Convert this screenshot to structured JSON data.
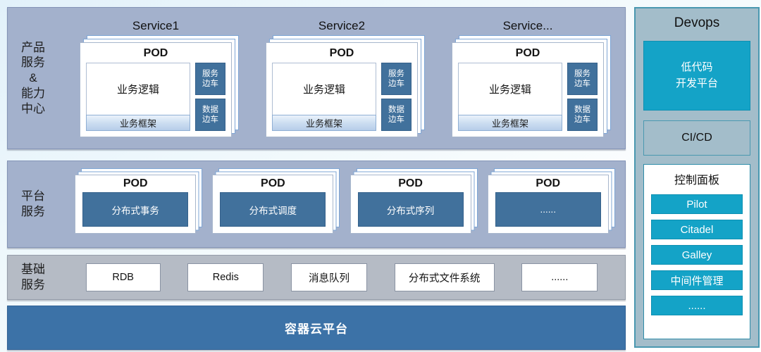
{
  "palette": {
    "band_blue": "#a3b1cc",
    "band_gray": "#b5bbc5",
    "steel_blue": "#41719c",
    "bar_blue": "#3c72a7",
    "accent_cyan": "#14a3c7",
    "devops_bg": "#a3bdca",
    "devops_border": "#4a98b0"
  },
  "left": {
    "product_band": {
      "label": "产品\n服务\n&\n能力\n中心",
      "services": [
        {
          "title": "Service1",
          "pod_title": "POD",
          "logic": "业务逻辑",
          "framework": "业务框架",
          "sidecar_service": "服务\n边车",
          "sidecar_data": "数据\n边车"
        },
        {
          "title": "Service2",
          "pod_title": "POD",
          "logic": "业务逻辑",
          "framework": "业务框架",
          "sidecar_service": "服务\n边车",
          "sidecar_data": "数据\n边车"
        },
        {
          "title": "Service...",
          "pod_title": "POD",
          "logic": "业务逻辑",
          "framework": "业务框架",
          "sidecar_service": "服务\n边车",
          "sidecar_data": "数据\n边车"
        }
      ]
    },
    "platform_band": {
      "label": "平台\n服务",
      "pods": [
        {
          "pod_title": "POD",
          "content": "分布式事务"
        },
        {
          "pod_title": "POD",
          "content": "分布式调度"
        },
        {
          "pod_title": "POD",
          "content": "分布式序列"
        },
        {
          "pod_title": "POD",
          "content": "......"
        }
      ]
    },
    "basic_band": {
      "label": "基础\n服务",
      "items": [
        "RDB",
        "Redis",
        "消息队列",
        "分布式文件系统",
        "......"
      ]
    },
    "container_bar": {
      "label": "容器云平台"
    }
  },
  "devops": {
    "title": "Devops",
    "lowcode": "低代码\n开发平台",
    "cicd": "CI/CD",
    "control_panel": {
      "title": "控制面板",
      "items": [
        "Pilot",
        "Citadel",
        "Galley",
        "中间件管理",
        "......"
      ]
    }
  }
}
